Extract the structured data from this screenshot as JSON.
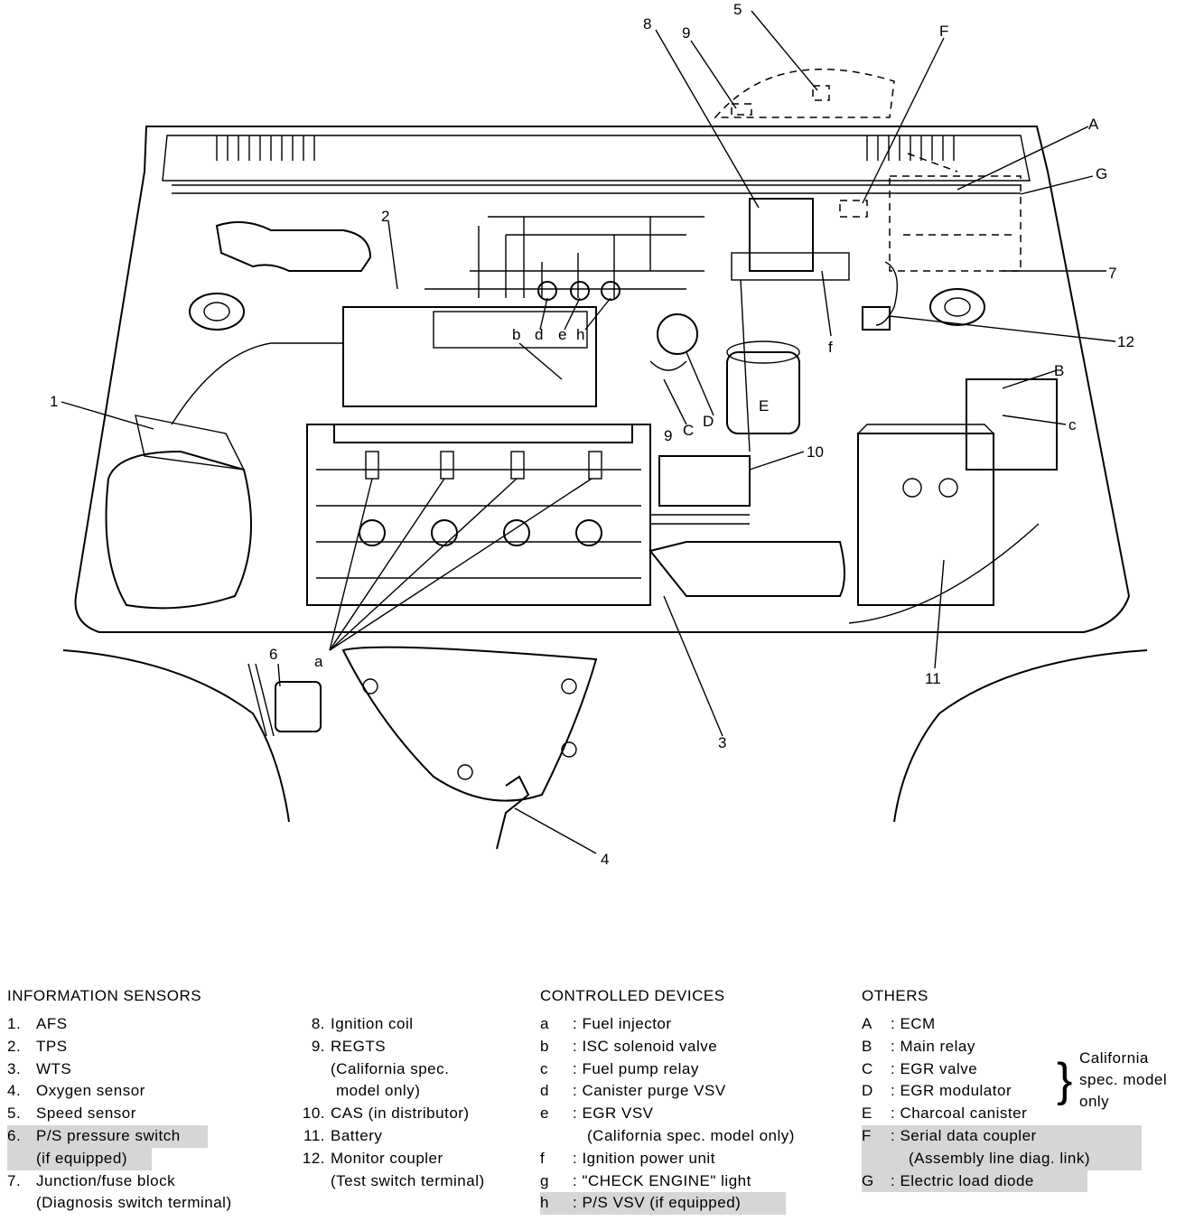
{
  "callouts": {
    "n1": "1",
    "n2": "2",
    "n3": "3",
    "n4": "4",
    "n5": "5",
    "n6": "6",
    "n7": "7",
    "n8": "8",
    "n9": "9",
    "n9b": "9",
    "n10": "10",
    "n11": "11",
    "n12": "12",
    "A": "A",
    "B": "B",
    "C": "C",
    "D": "D",
    "E": "E",
    "F": "F",
    "G": "G",
    "a": "a",
    "b": "b",
    "c": "c",
    "d": "d",
    "e": "e",
    "f": "f",
    "h": "h"
  },
  "legend": {
    "sensors_title": "INFORMATION SENSORS",
    "sensors": [
      {
        "key": "1.",
        "text": "AFS"
      },
      {
        "key": "2.",
        "text": "TPS"
      },
      {
        "key": "3.",
        "text": "WTS"
      },
      {
        "key": "4.",
        "text": "Oxygen sensor"
      },
      {
        "key": "5.",
        "text": "Speed sensor"
      },
      {
        "key": "6.",
        "text": "P/S pressure switch"
      },
      {
        "key": "",
        "text": "(if equipped)"
      },
      {
        "key": "7.",
        "text": "Junction/fuse block"
      },
      {
        "key": "",
        "text": "(Diagnosis switch terminal)"
      }
    ],
    "sensors2": [
      {
        "key": "8.",
        "text": "Ignition coil"
      },
      {
        "key": "9.",
        "text": "REGTS"
      },
      {
        "key": "",
        "text": "(California spec."
      },
      {
        "key": "",
        "text": "model only)"
      },
      {
        "key": "10.",
        "text": "CAS (in distributor)"
      },
      {
        "key": "11.",
        "text": "Battery"
      },
      {
        "key": "12.",
        "text": "Monitor coupler"
      },
      {
        "key": "",
        "text": "(Test switch terminal)"
      }
    ],
    "controlled_title": "CONTROLLED DEVICES",
    "controlled": [
      {
        "key": "a",
        "text": ": Fuel injector"
      },
      {
        "key": "b",
        "text": ": ISC solenoid valve"
      },
      {
        "key": "c",
        "text": ": Fuel pump relay"
      },
      {
        "key": "d",
        "text": ": Canister purge VSV"
      },
      {
        "key": "e",
        "text": ": EGR VSV"
      },
      {
        "key": "",
        "text": "(California spec. model only)"
      },
      {
        "key": "f",
        "text": ": Ignition power unit"
      },
      {
        "key": "g",
        "text": ": \"CHECK ENGINE\" light"
      },
      {
        "key": "h",
        "text": ": P/S VSV (if equipped)"
      }
    ],
    "others_title": "OTHERS",
    "others": [
      {
        "key": "A",
        "text": ": ECM"
      },
      {
        "key": "B",
        "text": ": Main relay"
      },
      {
        "key": "C",
        "text": ": EGR valve"
      },
      {
        "key": "D",
        "text": ": EGR modulator"
      },
      {
        "key": "E",
        "text": ": Charcoal canister"
      },
      {
        "key": "F",
        "text": ": Serial data coupler"
      },
      {
        "key": "",
        "text": "(Assembly line diag. link)"
      },
      {
        "key": "G",
        "text": ": Electric load diode"
      }
    ],
    "california_note_1": "California",
    "california_note_2": "spec. model",
    "california_note_3": "only"
  }
}
